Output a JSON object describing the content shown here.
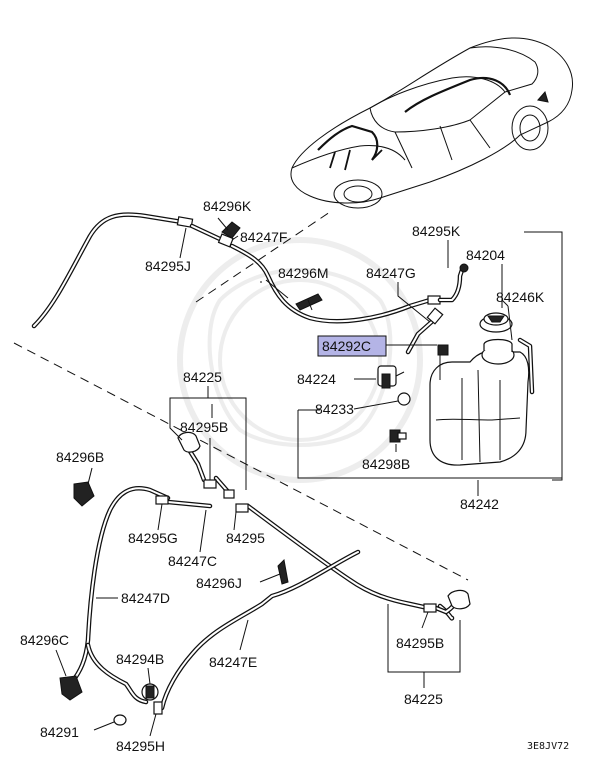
{
  "diagram": {
    "labels": {
      "p84296K": "84296K",
      "p84247F": "84247F",
      "p84295J": "84295J",
      "p84296M": "84296M",
      "p84247G": "84247G",
      "p84295K": "84295K",
      "p84204": "84204",
      "p84246K": "84246K",
      "p84292C": "84292C",
      "p84224": "84224",
      "p84233": "84233",
      "p84298B": "84298B",
      "p84242": "84242",
      "p84225_top": "84225",
      "p84295B_top": "84295B",
      "p84296B": "84296B",
      "p84295G": "84295G",
      "p84295": "84295",
      "p84247C": "84247C",
      "p84296J": "84296J",
      "p84247D": "84247D",
      "p84296C": "84296C",
      "p84294B": "84294B",
      "p84247E": "84247E",
      "p84295B_bottom": "84295B",
      "p84225_bottom": "84225",
      "p84291": "84291",
      "p84295H": "84295H"
    },
    "code": "3E8JV72",
    "highlight_color": "#b4b4e6"
  }
}
